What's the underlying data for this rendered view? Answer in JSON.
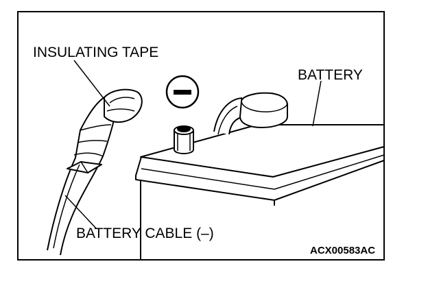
{
  "labels": {
    "insulating_tape": "INSULATING TAPE",
    "battery": "BATTERY",
    "battery_cable": "BATTERY CABLE (–)",
    "figure_code": "ACX00583AC"
  },
  "icons": {
    "negative_symbol": "minus-sign-in-circle"
  },
  "colors": {
    "ink": "#000000",
    "background": "#ffffff"
  }
}
